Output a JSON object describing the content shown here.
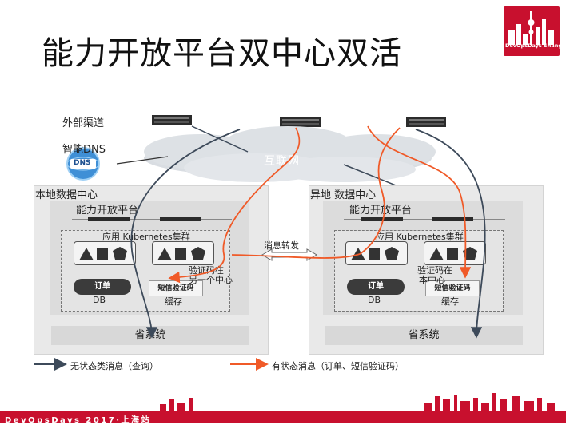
{
  "title": "能力开放平台双中心双活",
  "logo": {
    "text": "DevOpsDays Shanghai"
  },
  "footer": {
    "text": "DevOpsDays 2017·上海站"
  },
  "top": {
    "external_channel": "外部渠道",
    "smart_dns": "智能DNS",
    "dns_badge": "DNS",
    "internet": "互联网"
  },
  "local_dc": {
    "title": "本地数据中心",
    "platform": "能力开放平台",
    "cluster": "应用 Kubernetes集群",
    "db_pill": "订单",
    "db_label": "DB",
    "sms_pill": "短信验证码",
    "cache_label": "缓存",
    "note_line1": "验证码在",
    "note_line2": "另一个中心",
    "province": "省系统"
  },
  "remote_dc": {
    "title": "异地 数据中心",
    "platform": "能力开放平台",
    "cluster": "应用 Kubernetes集群",
    "db_pill": "订单",
    "db_label": "DB",
    "sms_pill": "短信验证码",
    "cache_label": "缓存",
    "note_line1": "验证码在",
    "note_line2": "本中心",
    "province": "省系统"
  },
  "message_forward": "消息转发",
  "legend": {
    "stateless": "无状态类消息（查询）",
    "stateful": "有状态消息（订单、短信验证码）"
  },
  "colors": {
    "accent_red": "#c8102e",
    "stateful_line": "#f05a28",
    "stateless_line": "#3d4a5a",
    "box_gray": "#e9e9e9",
    "db_dark": "#3b3b3b"
  }
}
